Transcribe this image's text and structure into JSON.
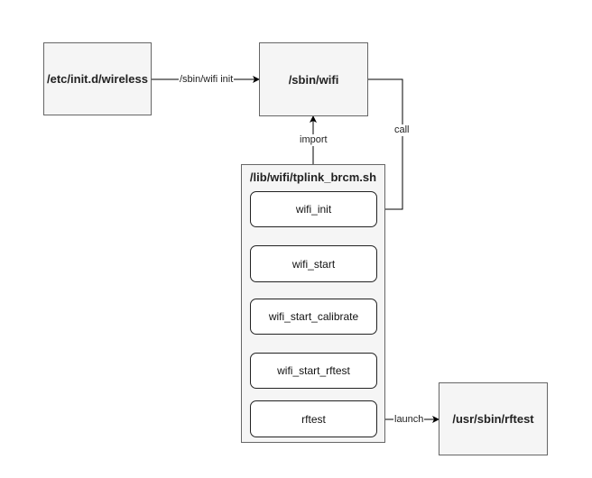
{
  "nodes": {
    "init_wireless": "/etc/init.d/wireless",
    "sbin_wifi": "/sbin/wifi",
    "tplink_container": "/lib/wifi/tplink_brcm.sh",
    "usr_rftest": "/usr/sbin/rftest"
  },
  "steps": [
    "wifi_init",
    "wifi_start",
    "wifi_start_calibrate",
    "wifi_start_rftest",
    "rftest"
  ],
  "edge_labels": {
    "init_call": "/sbin/wifi init",
    "call": "call",
    "import": "import",
    "launch": "launch"
  },
  "colors": {
    "box_fill": "#f5f5f5",
    "box_border": "#666666",
    "step_fill": "#ffffff",
    "line": "#000000"
  }
}
